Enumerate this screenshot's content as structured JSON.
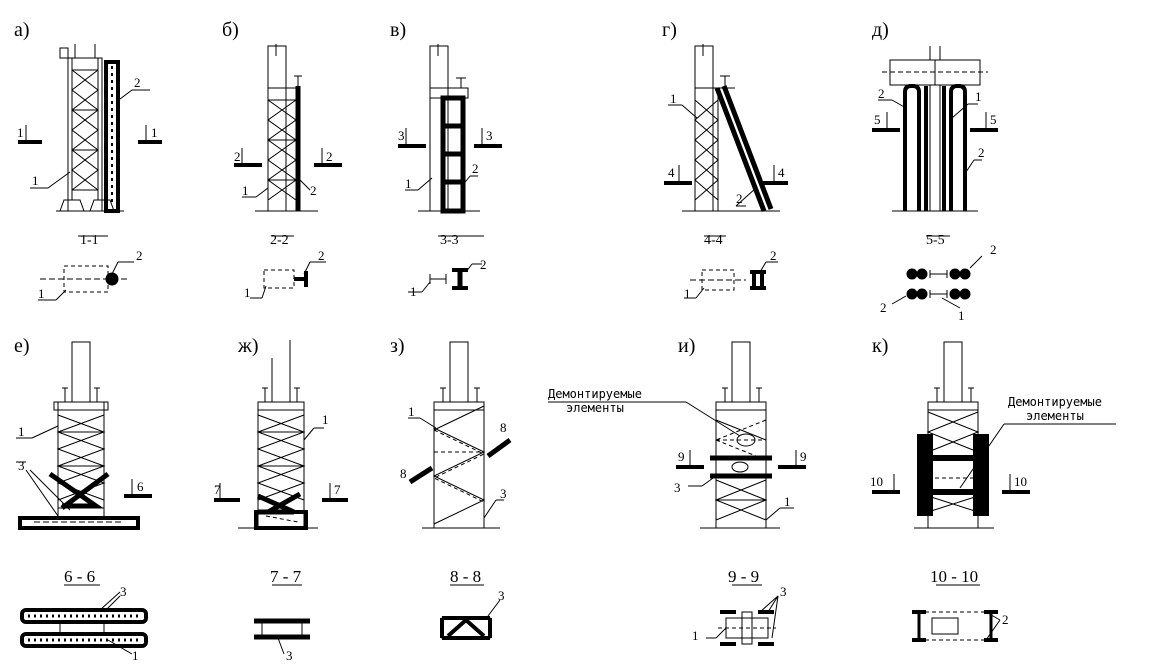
{
  "panels": {
    "a": {
      "letter": "а)",
      "section": "1-1",
      "cut": "1"
    },
    "b": {
      "letter": "б)",
      "section": "2-2",
      "cut": "2"
    },
    "v": {
      "letter": "в)",
      "section": "3-3",
      "cut": "3"
    },
    "g": {
      "letter": "г)",
      "section": "4-4",
      "cut": "4"
    },
    "d": {
      "letter": "д)",
      "section": "5-5",
      "cut": "5"
    },
    "e": {
      "letter": "е)",
      "section": "6 - 6",
      "cut": "6"
    },
    "zh": {
      "letter": "ж)",
      "section": "7 - 7",
      "cut": "7"
    },
    "z": {
      "letter": "з)",
      "section": "8 - 8",
      "cut": "8"
    },
    "i": {
      "letter": "и)",
      "section": "9 - 9",
      "cut": "9"
    },
    "k": {
      "letter": "к)",
      "section": "10 - 10",
      "cut": "10"
    }
  },
  "callouts": {
    "one": "1",
    "two": "2",
    "three": "3",
    "eight": "8"
  },
  "notes": {
    "i_line1": "Демонтируемые",
    "i_line2": "элементы",
    "k_line1": "Демонтируемые",
    "k_line2": "элементы"
  }
}
